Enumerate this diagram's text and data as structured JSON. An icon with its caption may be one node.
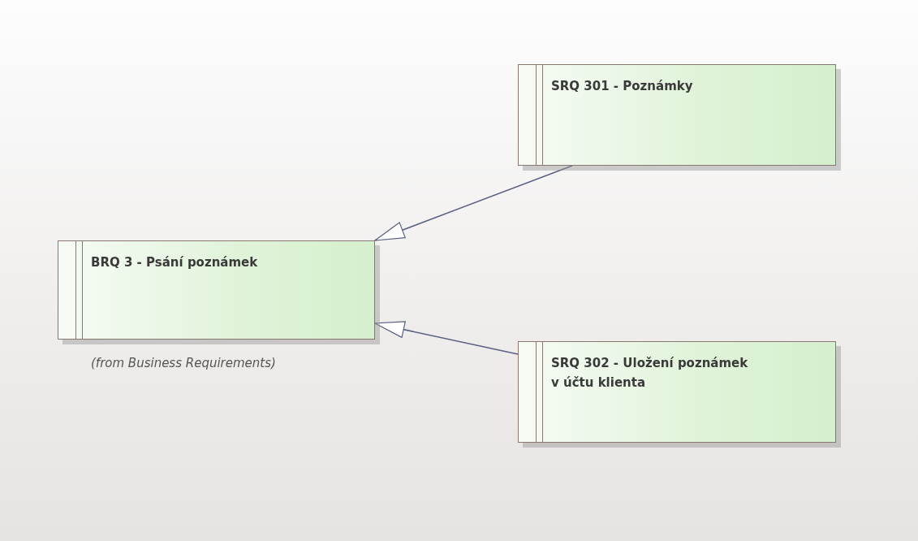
{
  "diagram": {
    "nodes": [
      {
        "text": [
          "BRQ 3 - Psání poznámek"
        ],
        "beside": [
          "(from Business Requirements)"
        ]
      },
      {
        "text": [
          "SRQ 301 - Poznámky"
        ]
      },
      {
        "text": [
          "SRQ 302 - Uložení poznámek v účtu klienta"
        ]
      }
    ],
    "edges": [
      {
        "from": 1,
        "to": 0,
        "arrow": "to"
      },
      {
        "from": 2,
        "to": 0,
        "arrow": "to"
      }
    ]
  }
}
